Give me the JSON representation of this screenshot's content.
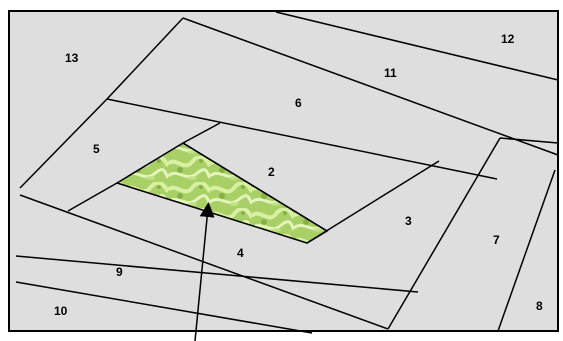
{
  "colors": {
    "background": "#dedede",
    "border": "#000000",
    "line": "#000000",
    "fabric_base": "#a9d067",
    "fabric_light": "#d8f0a4",
    "fabric_dark": "#6e9a2e"
  },
  "regions": [
    {
      "id": "1",
      "label": "",
      "fill": "fabric"
    },
    {
      "id": "2",
      "label": "2"
    },
    {
      "id": "3",
      "label": "3"
    },
    {
      "id": "4",
      "label": "4"
    },
    {
      "id": "5",
      "label": "5"
    },
    {
      "id": "6",
      "label": "6"
    },
    {
      "id": "7",
      "label": "7"
    },
    {
      "id": "8",
      "label": "8"
    },
    {
      "id": "9",
      "label": "9"
    },
    {
      "id": "10",
      "label": "10"
    },
    {
      "id": "11",
      "label": "11"
    },
    {
      "id": "12",
      "label": "12"
    },
    {
      "id": "13",
      "label": "13"
    }
  ],
  "pointer": {
    "target_region": "1",
    "icon": "arrow-icon"
  }
}
